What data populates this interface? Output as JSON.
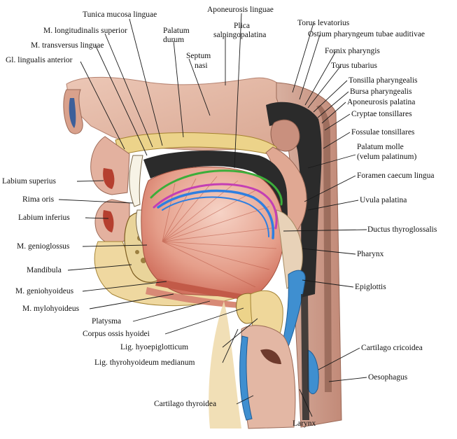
{
  "colors": {
    "background": "#ffffff",
    "tissue_pink": "#e7b4a2",
    "muscle_red": "#d77a68",
    "muscle_light": "#f2c5b5",
    "fat_yellow": "#ecd38a",
    "bone": "#e9d49a",
    "bone_spongy": "#8a6a2a",
    "cartilage_blue": "#3f8fd0",
    "dark_cavity": "#2b2b2b",
    "highlight_green": "#3cae3a",
    "highlight_magenta": "#c43fb4",
    "highlight_blue": "#2f7fe0"
  },
  "labels": {
    "tunica_mucosa_linguae": "Tunica mucosa linguae",
    "aponeurosis_linguae": "Aponeurosis linguae",
    "torus_levatorius": "Torus levatorius",
    "m_longitudinalis_superior": "M. longitudinalis superior",
    "palatum_durum_1": "Palatum",
    "palatum_durum_2": "durum",
    "plica_1": "Plica",
    "plica_2": "salpingopalatina",
    "ostium": "Ostium pharyngeum tubae auditivae",
    "m_transversus_linguae": "M. transversus linguae",
    "septum_nasi_1": "Septum",
    "septum_nasi_2": "nasi",
    "fornix_pharyngis": "Fornix pharyngis",
    "gl_lingualis_anterior": "Gl. lingualis anterior",
    "torus_tubarius": "Torus tubarius",
    "tonsilla_pharyngealis": "Tonsilla pharyngealis",
    "bursa_pharyngealis": "Bursa pharyngealis",
    "aponeurosis_palatina": "Aponeurosis palatina",
    "cryptae_tonsillares": "Cryptae tonsillares",
    "fossulae_tonsillares": "Fossulae tonsillares",
    "palatum_molle_1": "Palatum molle",
    "palatum_molle_2": "(velum palatinum)",
    "foramen_caecum": "Foramen caecum lingua",
    "labium_superius": "Labium superius",
    "rima_oris": "Rima oris",
    "uvula_palatina": "Uvula palatina",
    "labium_inferius": "Labium inferius",
    "ductus_thyroglossalis": "Ductus thyroglossalis",
    "m_genioglossus": "M. genioglossus",
    "pharynx": "Pharynx",
    "mandibula": "Mandibula",
    "epiglottis": "Epiglottis",
    "m_geniohyoideus": "M. geniohyoideus",
    "m_mylohyoideus": "M. mylohyoideus",
    "platysma": "Platysma",
    "corpus_ossis_hyoidei": "Corpus ossis hyoidei",
    "lig_hyoepiglotticum": "Lig. hyoepiglotticum",
    "cartilago_cricoidea": "Cartilago cricoidea",
    "lig_thyrohyoideum": "Lig. thyrohyoideum medianum",
    "oesophagus": "Oesophagus",
    "cartilago_thyroidea": "Cartilago thyroidea",
    "larynx": "Larynx"
  }
}
